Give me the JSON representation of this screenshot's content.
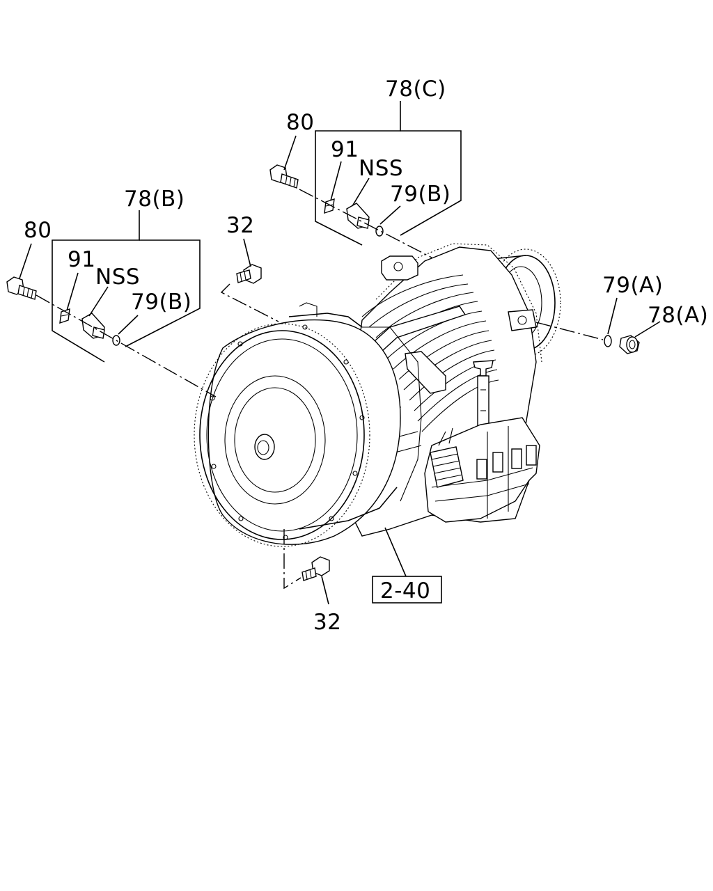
{
  "labels": {
    "c_group": "78(C)",
    "c_bolt": "80",
    "c_clip": "91",
    "c_nss": "NSS",
    "c_oring": "79(B)",
    "b_group": "78(B)",
    "b_bolt": "80",
    "b_clip": "91",
    "b_nss": "NSS",
    "b_oring": "79(B)",
    "bolt_top": "32",
    "bolt_bottom": "32",
    "a_oring": "79(A)",
    "a_plug": "78(A)",
    "ref_box": "2-40"
  }
}
